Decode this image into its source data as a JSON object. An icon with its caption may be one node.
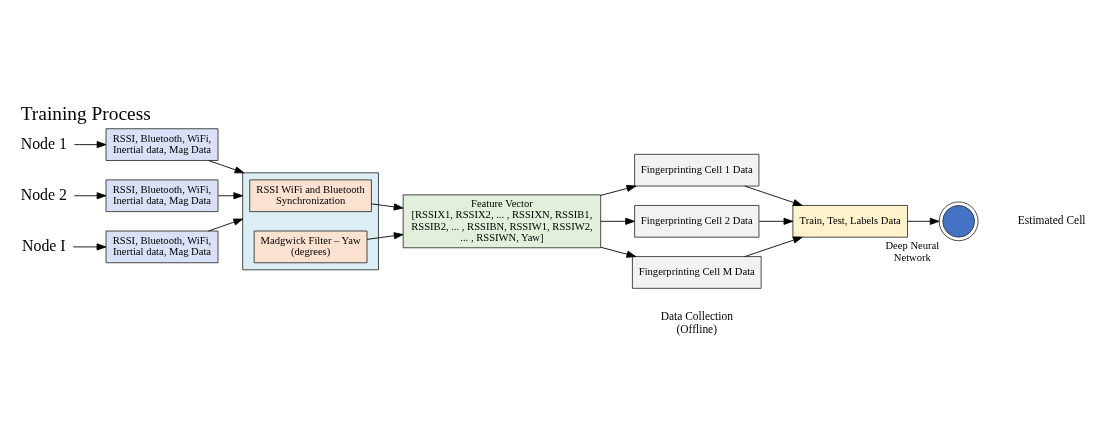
{
  "diagram": {
    "title": "Training Process",
    "nodes": [
      {
        "text": [
          "Node 1"
        ]
      },
      {
        "text": [
          "RSSI, Bluetooth, WiFi, Inertial data, Mag Data"
        ]
      },
      {
        "text": [
          "Node 2"
        ]
      },
      {
        "text": [
          "RSSI, Bluetooth, WiFi, Inertial data, Mag Data"
        ]
      },
      {
        "text": [
          "Node I"
        ]
      },
      {
        "text": [
          "RSSI, Bluetooth, WiFi, Inertial data, Mag Data"
        ]
      },
      {
        "text": [],
        "shape": "box"
      },
      {
        "text": [
          "RSSI WiFi and Bluetooth Synchronization"
        ],
        "in": 6
      },
      {
        "text": [
          "Madgwick Filter – Yaw (degrees)"
        ],
        "in": 6
      },
      {
        "text": [
          "Feature Vector",
          "[RSSIX1, RSSIX2, ... , RSSIXN, RSSIB1, RSSIB2, ... , RSSIBN, RSSIW1, RSSIW2, ... , RSSIWN, Yaw]"
        ]
      },
      {
        "text": [
          "Fingerprinting Cell 1 Data"
        ]
      },
      {
        "text": [
          "Fingerprinting Cell 2 Data"
        ]
      },
      {
        "text": [
          "Fingerprinting Cell M Data"
        ]
      },
      {
        "text": [
          "Train, Test, Labels Data"
        ]
      },
      {
        "text": [],
        "shape": "picture",
        "beside": [
          "Deep Neural Network"
        ]
      }
    ],
    "edges": [
      {
        "from": 0,
        "to": 1,
        "arrow": "to"
      },
      {
        "from": 2,
        "to": 3,
        "arrow": "to"
      },
      {
        "from": 4,
        "to": 5,
        "arrow": "to"
      },
      {
        "from": 1,
        "to": 6,
        "arrow": "to"
      },
      {
        "from": 3,
        "to": 6,
        "arrow": "to"
      },
      {
        "from": 5,
        "to": 6,
        "arrow": "to"
      },
      {
        "from": 7,
        "to": 9,
        "arrow": "to"
      },
      {
        "from": 8,
        "to": 9,
        "arrow": "to"
      },
      {
        "from": 9,
        "to": 10,
        "arrow": "to"
      },
      {
        "from": 9,
        "to": 11,
        "arrow": "to"
      },
      {
        "from": 9,
        "to": 12,
        "arrow": "to"
      },
      {
        "from": 10,
        "to": 13,
        "arrow": "to"
      },
      {
        "from": 11,
        "to": 13,
        "arrow": "to"
      },
      {
        "from": 12,
        "to": 13,
        "arrow": "to"
      },
      {
        "from": 13,
        "to": 14,
        "arrow": "to"
      }
    ],
    "labels": [
      "Data Collection (Offline)",
      "Estimated Cell"
    ]
  }
}
